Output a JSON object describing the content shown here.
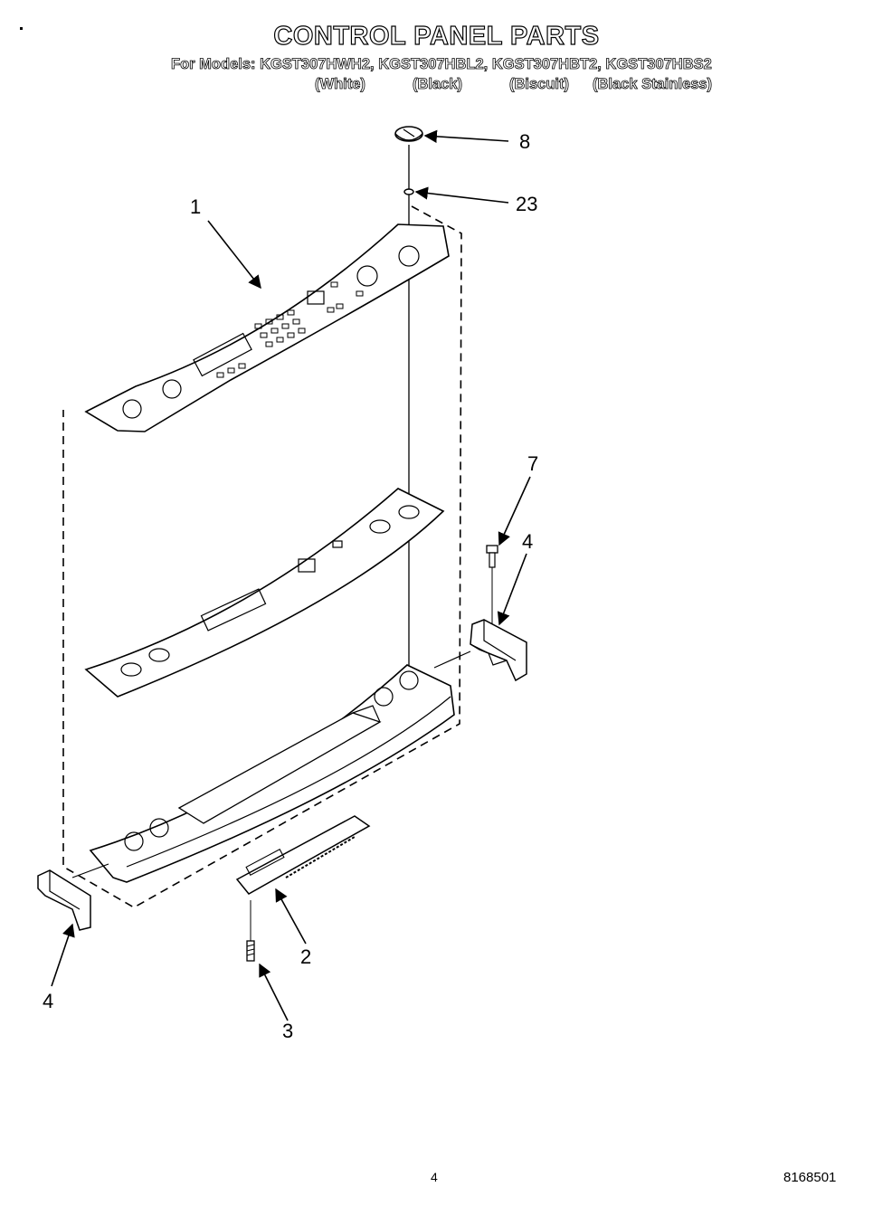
{
  "header": {
    "title": "CONTROL PANEL PARTS",
    "models_line": "For Models: KGST307HWH2, KGST307HBL2, KGST307HBT2, KGST307HBS2",
    "variants": [
      "(White)",
      "(Black)",
      "(Biscuit)",
      "(Black Stainless)"
    ]
  },
  "callouts": {
    "c8": "8",
    "c23": "23",
    "c1": "1",
    "c7": "7",
    "c4_right": "4",
    "c2": "2",
    "c4_left": "4",
    "c3": "3"
  },
  "footer": {
    "page_number": "4",
    "document_number": "8168501"
  }
}
